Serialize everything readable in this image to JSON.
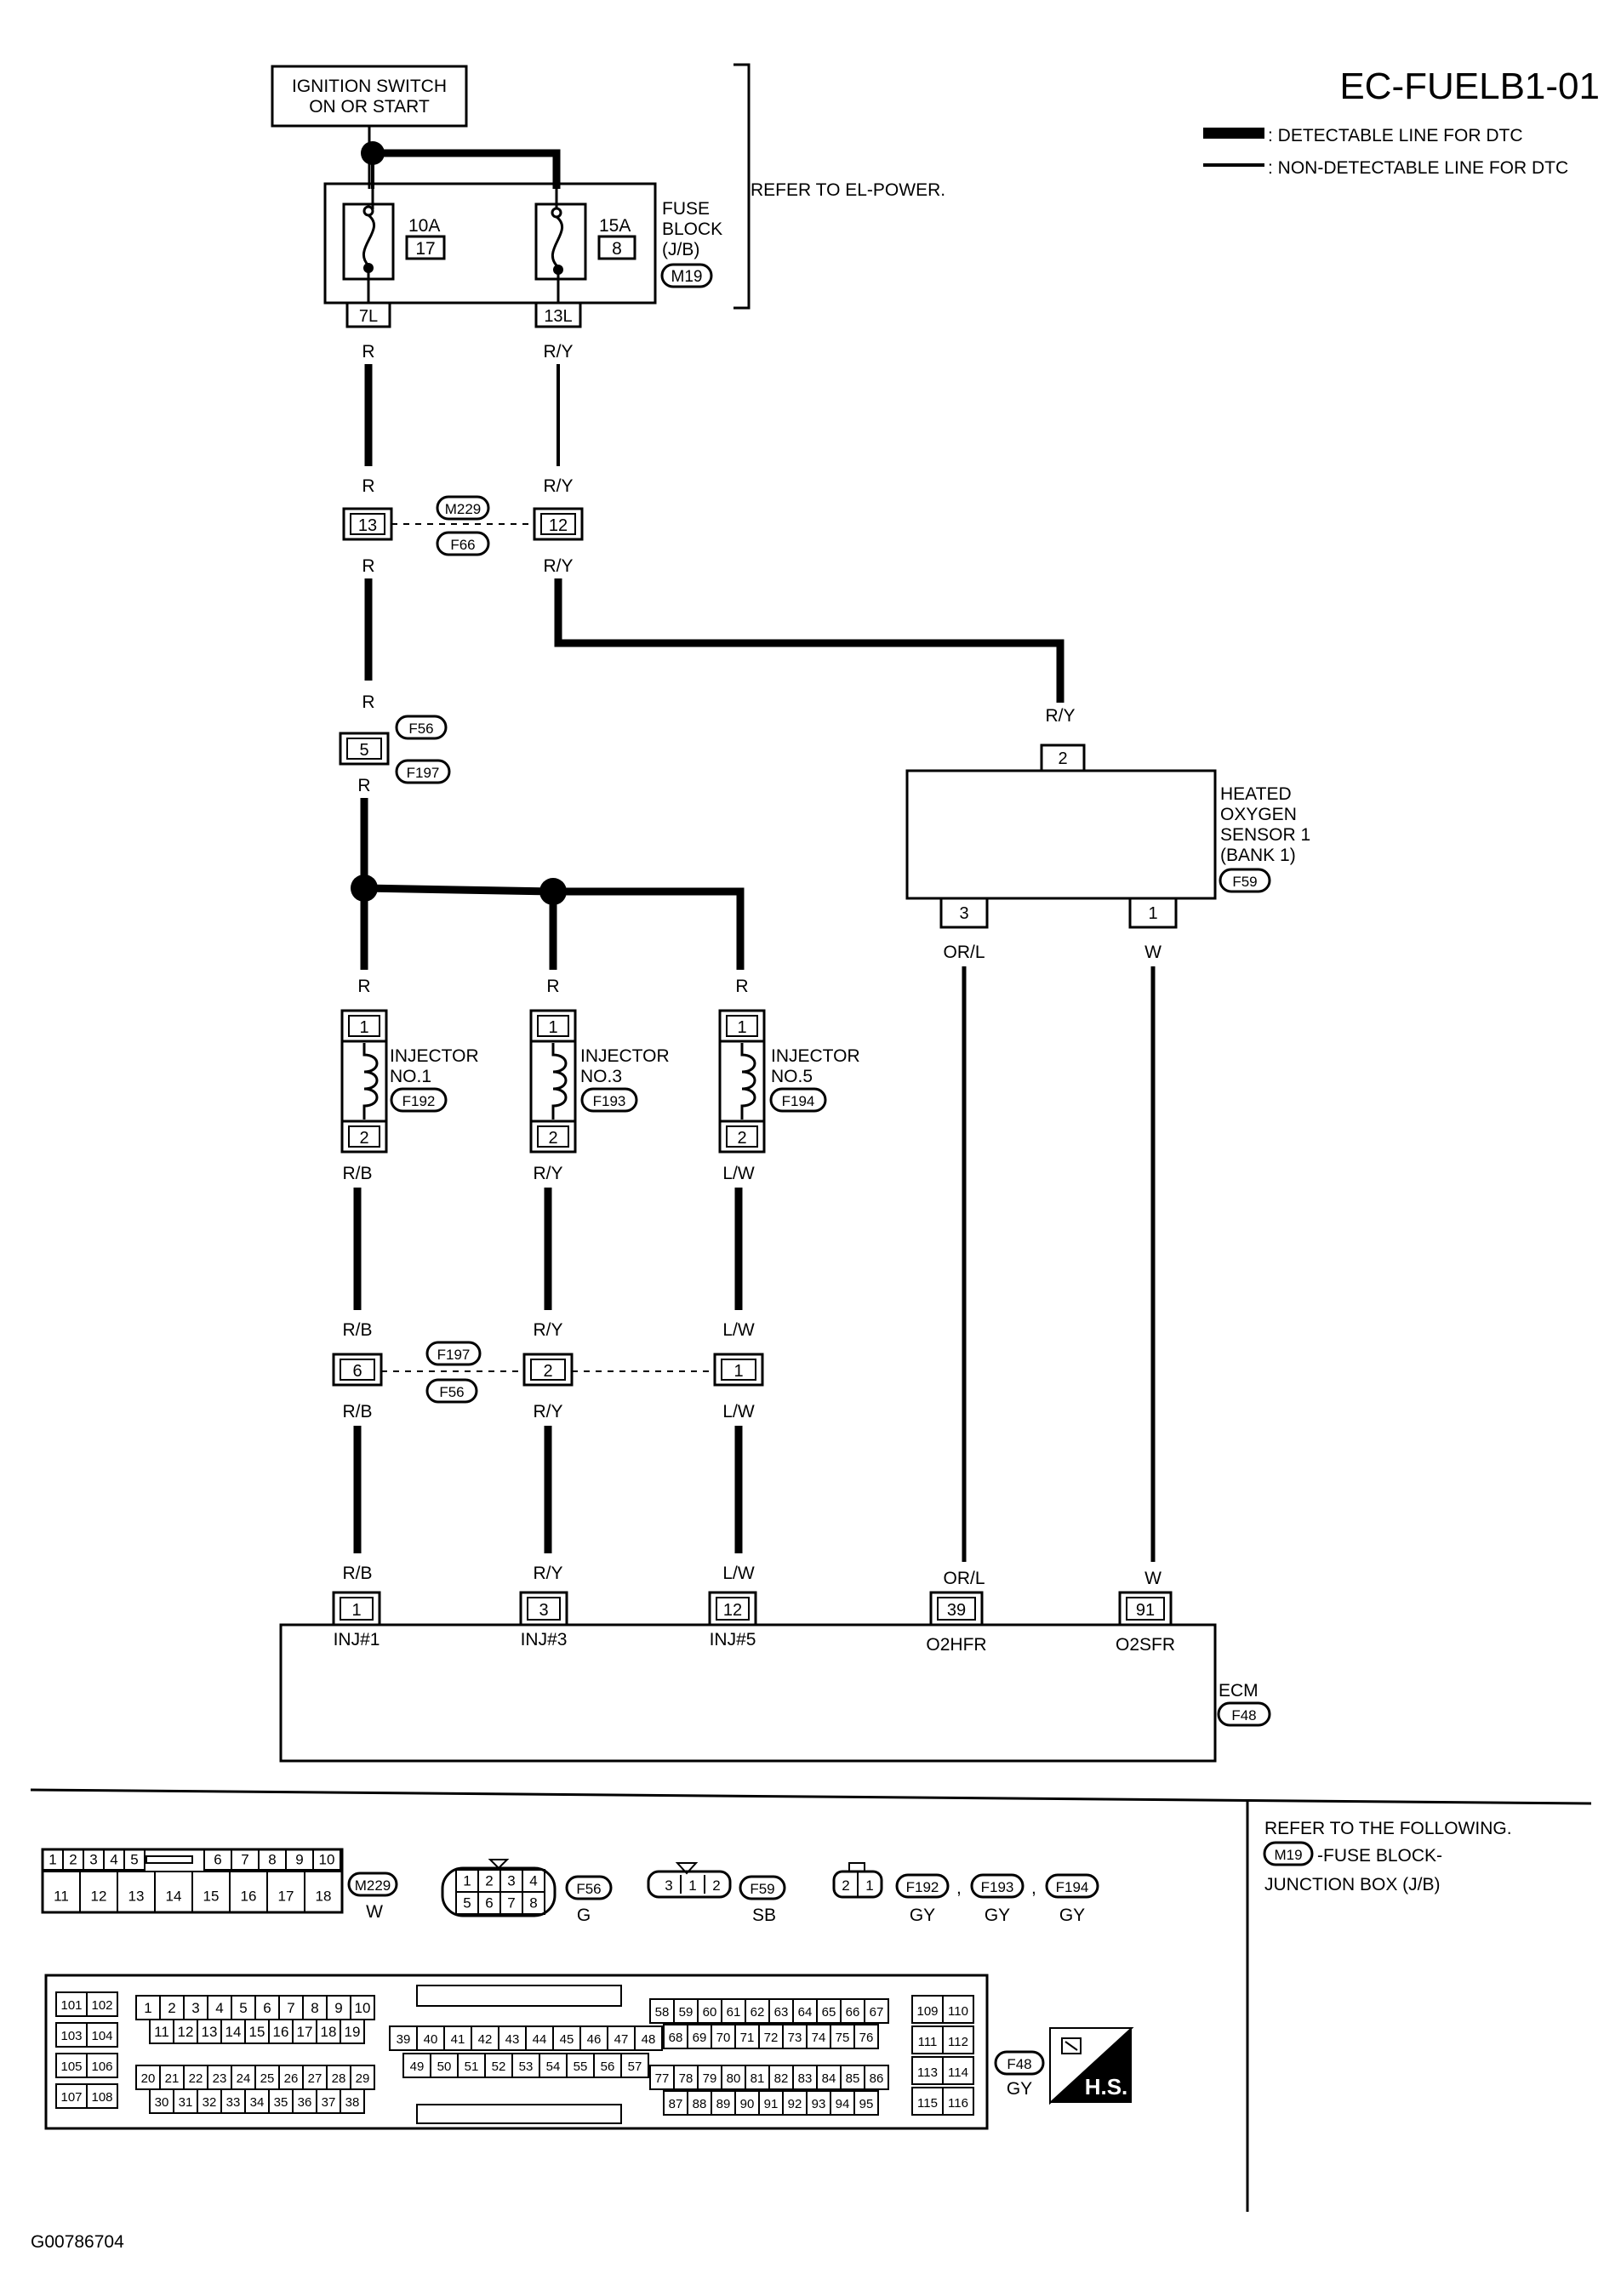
{
  "header": {
    "code": "EC-FUELB1-01",
    "legend_thick": ": DETECTABLE LINE FOR DTC",
    "legend_thin": ": NON-DETECTABLE LINE FOR DTC"
  },
  "ignition": {
    "line1": "IGNITION SWITCH",
    "line2": "ON OR START"
  },
  "refer_power": "REFER TO EL-POWER.",
  "fuse_block": {
    "line1": "FUSE",
    "line2": "BLOCK",
    "line3": "(J/B)",
    "connector": "M19",
    "fuse_a_amp": "10A",
    "fuse_a_no": "17",
    "fuse_a_term": "7L",
    "fuse_b_amp": "15A",
    "fuse_b_no": "8",
    "fuse_b_term": "13L"
  },
  "colors": {
    "R": "R",
    "RY": "R/Y",
    "RB": "R/B",
    "LW": "L/W",
    "ORL": "OR/L",
    "W": "W"
  },
  "conn_m229_f66": {
    "top": "M229",
    "bottom": "F66",
    "pin_left": "13",
    "pin_right": "12"
  },
  "conn_f56_f197": {
    "top": "F56",
    "bottom": "F197",
    "pin": "5"
  },
  "o2_sensor": {
    "line1": "HEATED",
    "line2": "OXYGEN",
    "line3": "SENSOR 1",
    "line4": "(BANK 1)",
    "connector": "F59",
    "pin_top": "2",
    "pin_left": "3",
    "pin_right": "1"
  },
  "injectors": [
    {
      "line1": "INJECTOR",
      "line2": "NO.1",
      "connector": "F192",
      "pin_top": "1",
      "pin_bottom": "2"
    },
    {
      "line1": "INJECTOR",
      "line2": "NO.3",
      "connector": "F193",
      "pin_top": "1",
      "pin_bottom": "2"
    },
    {
      "line1": "INJECTOR",
      "line2": "NO.5",
      "connector": "F194",
      "pin_top": "1",
      "pin_bottom": "2"
    }
  ],
  "conn_f197_f56": {
    "top": "F197",
    "bottom": "F56",
    "pin1": "6",
    "pin2": "2",
    "pin3": "1"
  },
  "ecm": {
    "label": "ECM",
    "connector": "F48",
    "terms": [
      {
        "pin": "1",
        "name": "INJ#1"
      },
      {
        "pin": "3",
        "name": "INJ#3"
      },
      {
        "pin": "12",
        "name": "INJ#5"
      },
      {
        "pin": "39",
        "name": "O2HFR"
      },
      {
        "pin": "91",
        "name": "O2SFR"
      }
    ]
  },
  "refer_following": {
    "line1": "REFER TO THE FOLLOWING.",
    "connector": "M19",
    "line2": "-FUSE BLOCK-",
    "line3": "JUNCTION BOX (J/B)"
  },
  "connector_faces": {
    "m229": {
      "id": "M229",
      "color": "W",
      "row1": [
        "1",
        "2",
        "3",
        "4",
        "5",
        "6",
        "7",
        "8",
        "9",
        "10"
      ],
      "row2": [
        "11",
        "12",
        "13",
        "14",
        "15",
        "16",
        "17",
        "18"
      ]
    },
    "f56": {
      "id": "F56",
      "color": "G",
      "row1": [
        "1",
        "2",
        "3",
        "4"
      ],
      "row2": [
        "5",
        "6",
        "7",
        "8"
      ]
    },
    "f59": {
      "id": "F59",
      "color": "SB",
      "pins": [
        "3",
        "1",
        "2"
      ]
    },
    "inj": {
      "ids": [
        "F192",
        "F193",
        "F194"
      ],
      "colors": [
        "GY",
        "GY",
        "GY"
      ],
      "pins": [
        "2",
        "1"
      ],
      "sep": ","
    },
    "f48": {
      "id": "F48",
      "color": "GY",
      "badge": "H.S."
    }
  },
  "footer_code": "G00786704"
}
